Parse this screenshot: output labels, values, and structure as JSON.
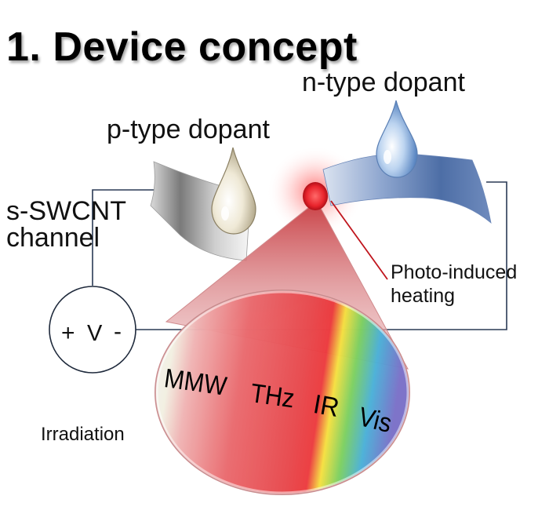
{
  "title": "1. Device concept",
  "labels": {
    "n_type": "n-type dopant",
    "p_type": "p-type dopant",
    "channel_line1": "s-SWCNT",
    "channel_line2": "channel",
    "heating_line1": "Photo-induced",
    "heating_line2": "heating",
    "irradiation": "Irradiation",
    "v_plus": "+",
    "v_symbol": "V",
    "v_minus": "-"
  },
  "bands": [
    "MMW",
    "THz",
    "IR",
    "Vis"
  ],
  "colors": {
    "p_film": "#8a8a8a",
    "n_film": "#4a6ea8",
    "beam": "#e0484a",
    "heat_spot": "#e8242c",
    "wire": "#2a3a55",
    "annotation_line": "#c0141c"
  }
}
